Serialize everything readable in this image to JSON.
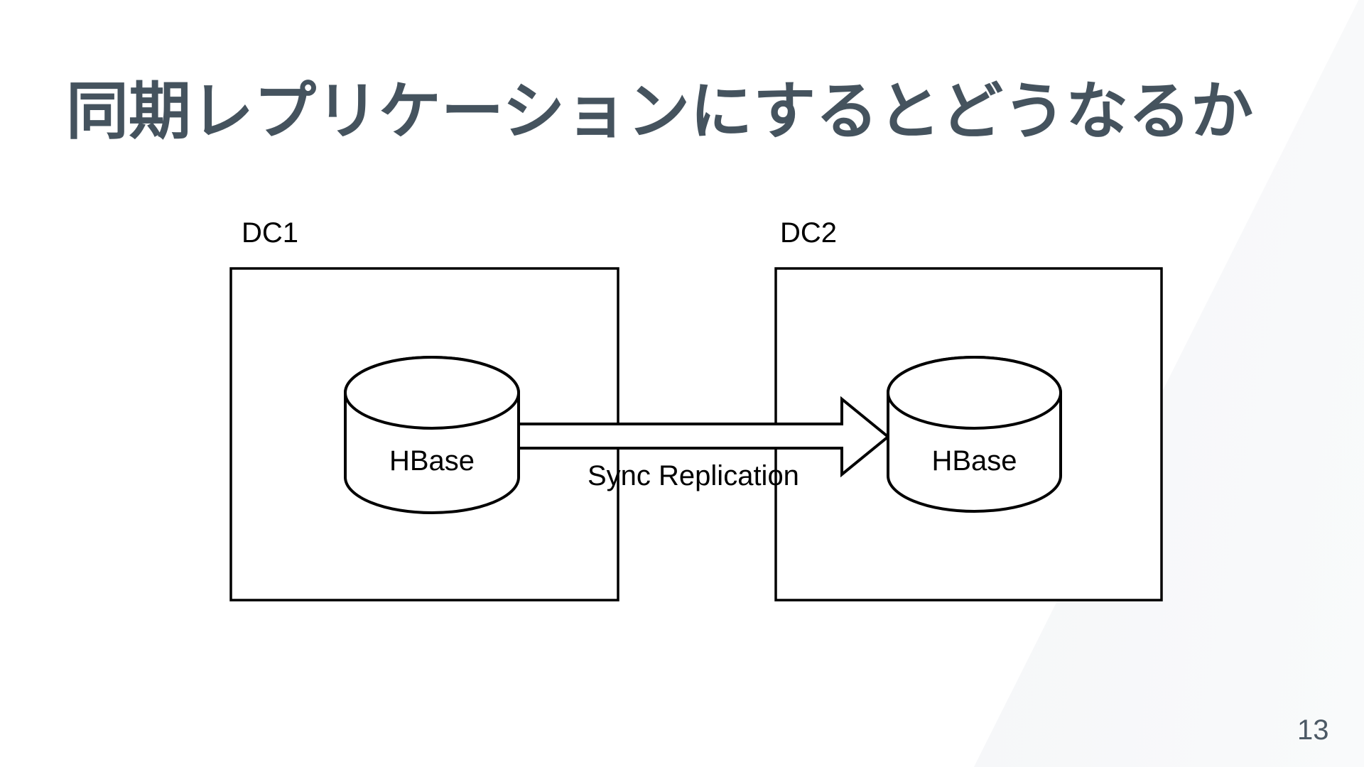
{
  "slide": {
    "title": "同期レプリケーションにするとどうなるか",
    "page_number": "13"
  },
  "colors": {
    "title_text": "#45535E",
    "page_number_text": "#4C5965",
    "diagram_stroke": "#000000",
    "diagram_fill": "#FFFFFF",
    "background": "#FFFFFF",
    "background_accent": "#F1F3F5"
  },
  "diagram": {
    "arrow_label": "Sync Replication",
    "datacenters": [
      {
        "label": "DC1",
        "database": "HBase"
      },
      {
        "label": "DC2",
        "database": "HBase"
      }
    ]
  }
}
